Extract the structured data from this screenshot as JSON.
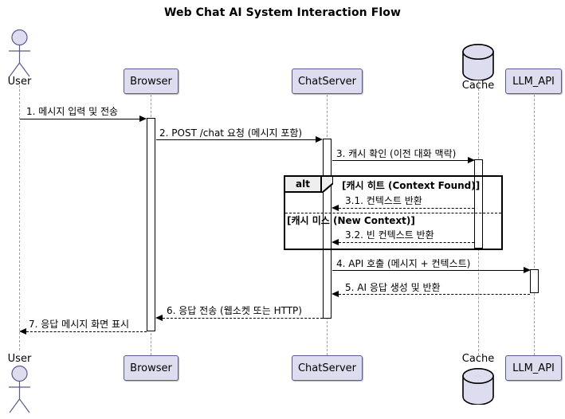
{
  "diagram": {
    "type": "uml-sequence-diagram",
    "title": "Web Chat AI System Interaction Flow"
  },
  "participants": [
    {
      "id": "user",
      "name": "User",
      "shape": "actor"
    },
    {
      "id": "browser",
      "name": "Browser",
      "shape": "box"
    },
    {
      "id": "chatserver",
      "name": "ChatServer",
      "shape": "box"
    },
    {
      "id": "cache",
      "name": "Cache",
      "shape": "database"
    },
    {
      "id": "llm_api",
      "name": "LLM_API",
      "shape": "box"
    }
  ],
  "messages": [
    {
      "num": "1.",
      "label": "1. 메시지 입력 및 전송",
      "from": "user",
      "to": "browser",
      "style": "solid"
    },
    {
      "num": "2.",
      "label": "2. POST /chat 요청 (메시지 포함)",
      "from": "browser",
      "to": "chatserver",
      "style": "solid"
    },
    {
      "num": "3.",
      "label": "3. 캐시 확인 (이전 대화 맥락)",
      "from": "chatserver",
      "to": "cache",
      "style": "solid"
    },
    {
      "num": "3.1.",
      "label": "3.1. 컨텍스트 반환",
      "from": "cache",
      "to": "chatserver",
      "style": "dashed"
    },
    {
      "num": "3.2.",
      "label": "3.2. 빈 컨텍스트 반환",
      "from": "cache",
      "to": "chatserver",
      "style": "dashed"
    },
    {
      "num": "4.",
      "label": "4. API 호출 (메시지 + 컨텍스트)",
      "from": "chatserver",
      "to": "llm_api",
      "style": "solid"
    },
    {
      "num": "5.",
      "label": "5. AI 응답 생성 및 반환",
      "from": "llm_api",
      "to": "chatserver",
      "style": "dashed"
    },
    {
      "num": "6.",
      "label": "6. 응답 전송 (웹소켓 또는 HTTP)",
      "from": "chatserver",
      "to": "browser",
      "style": "dashed"
    },
    {
      "num": "7.",
      "label": "7. 응답 메시지 화면 표시",
      "from": "browser",
      "to": "user",
      "style": "dashed"
    }
  ],
  "fragment": {
    "operator": "alt",
    "branches": [
      {
        "guard": "[캐시 히트 (Context Found)]"
      },
      {
        "guard": "[캐시 미스 (New Context)]"
      }
    ]
  },
  "colors": {
    "participant_fill": "#DEDDF0",
    "participant_stroke": "#5B5A8C",
    "lifeline": "#A0A0A0",
    "line": "#000000",
    "fragment_tab_fill": "#EEEEEE",
    "background": "#FFFFFF"
  }
}
